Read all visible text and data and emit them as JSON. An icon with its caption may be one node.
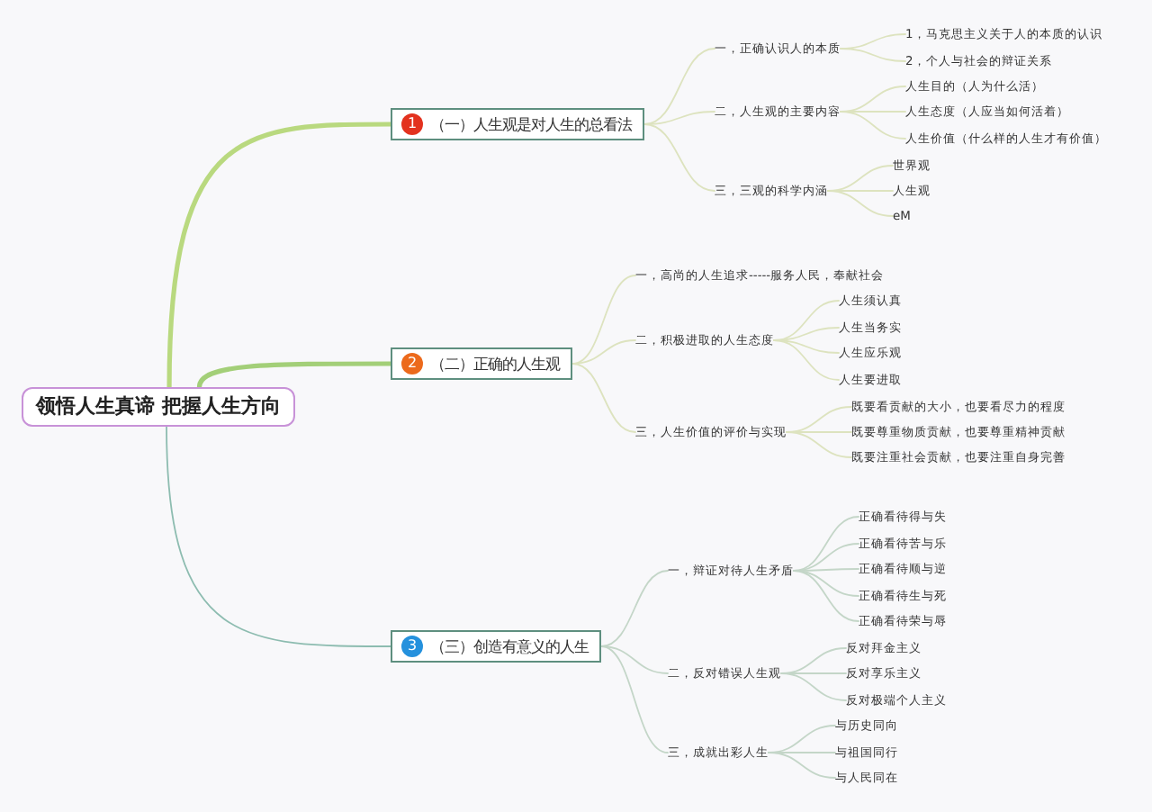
{
  "diagram": {
    "nodes": [
      {
        "text": [
          "领悟人生真谛 把握人生方向"
        ]
      },
      {
        "text": [
          "1",
          "（一）人生观是对人生的总看法"
        ]
      },
      {
        "text": [
          "一，正确认识人的本质"
        ]
      },
      {
        "text": [
          "1，马克思主义关于人的本质的认识"
        ]
      },
      {
        "text": [
          "2，个人与社会的辩证关系"
        ]
      },
      {
        "text": [
          "二，人生观的主要内容"
        ]
      },
      {
        "text": [
          "人生目的（人为什么活）"
        ]
      },
      {
        "text": [
          "人生态度（人应当如何活着）"
        ]
      },
      {
        "text": [
          "人生价值（什么样的人生才有价值）"
        ]
      },
      {
        "text": [
          "三，三观的科学内涵"
        ]
      },
      {
        "text": [
          "世界观"
        ]
      },
      {
        "text": [
          "人生观"
        ]
      },
      {
        "text": [
          "eM"
        ]
      },
      {
        "text": [
          "2",
          "（二）正确的人生观"
        ]
      },
      {
        "text": [
          "一，高尚的人生追求-----服务人民，奉献社会"
        ]
      },
      {
        "text": [
          "二，积极进取的人生态度"
        ]
      },
      {
        "text": [
          "人生须认真"
        ]
      },
      {
        "text": [
          "人生当务实"
        ]
      },
      {
        "text": [
          "人生应乐观"
        ]
      },
      {
        "text": [
          "人生要进取"
        ]
      },
      {
        "text": [
          "三，人生价值的评价与实现"
        ]
      },
      {
        "text": [
          "既要看贡献的大小，也要看尽力的程度"
        ]
      },
      {
        "text": [
          "既要尊重物质贡献，也要尊重精神贡献"
        ]
      },
      {
        "text": [
          "既要注重社会贡献，也要注重自身完善"
        ]
      },
      {
        "text": [
          "3",
          "（三）创造有意义的人生"
        ]
      },
      {
        "text": [
          "一，辩证对待人生矛盾"
        ]
      },
      {
        "text": [
          "正确看待得与失"
        ]
      },
      {
        "text": [
          "正确看待苦与乐"
        ]
      },
      {
        "text": [
          "正确看待顺与逆"
        ]
      },
      {
        "text": [
          "正确看待生与死"
        ]
      },
      {
        "text": [
          "正确看待荣与辱"
        ]
      },
      {
        "text": [
          "二，反对错误人生观"
        ]
      },
      {
        "text": [
          "反对拜金主义"
        ]
      },
      {
        "text": [
          "反对享乐主义"
        ]
      },
      {
        "text": [
          "反对极端个人主义"
        ]
      },
      {
        "text": [
          "三，成就出彩人生"
        ]
      },
      {
        "text": [
          "与历史同向"
        ]
      },
      {
        "text": [
          "与祖国同行"
        ]
      },
      {
        "text": [
          "与人民同在"
        ]
      }
    ],
    "edges": [
      {
        "from": 0,
        "to": 1,
        "arrow": "none",
        "style": "thick",
        "color": "#b9d97f"
      },
      {
        "from": 0,
        "to": 13,
        "arrow": "none",
        "style": "thick",
        "color": "#a3cf78"
      },
      {
        "from": 0,
        "to": 24,
        "arrow": "none",
        "color": "#8dbcb0"
      },
      {
        "from": 1,
        "to": 2,
        "arrow": "none"
      },
      {
        "from": 2,
        "to": 3,
        "arrow": "none"
      },
      {
        "from": 2,
        "to": 4,
        "arrow": "none"
      },
      {
        "from": 1,
        "to": 5,
        "arrow": "none"
      },
      {
        "from": 5,
        "to": 6,
        "arrow": "none"
      },
      {
        "from": 5,
        "to": 7,
        "arrow": "none"
      },
      {
        "from": 5,
        "to": 8,
        "arrow": "none"
      },
      {
        "from": 1,
        "to": 9,
        "arrow": "none"
      },
      {
        "from": 9,
        "to": 10,
        "arrow": "none"
      },
      {
        "from": 9,
        "to": 11,
        "arrow": "none"
      },
      {
        "from": 9,
        "to": 12,
        "arrow": "none"
      },
      {
        "from": 13,
        "to": 14,
        "arrow": "none"
      },
      {
        "from": 13,
        "to": 15,
        "arrow": "none"
      },
      {
        "from": 15,
        "to": 16,
        "arrow": "none"
      },
      {
        "from": 15,
        "to": 17,
        "arrow": "none"
      },
      {
        "from": 15,
        "to": 18,
        "arrow": "none"
      },
      {
        "from": 15,
        "to": 19,
        "arrow": "none"
      },
      {
        "from": 13,
        "to": 20,
        "arrow": "none"
      },
      {
        "from": 20,
        "to": 21,
        "arrow": "none"
      },
      {
        "from": 20,
        "to": 22,
        "arrow": "none"
      },
      {
        "from": 20,
        "to": 23,
        "arrow": "none"
      },
      {
        "from": 24,
        "to": 25,
        "arrow": "none",
        "color": "#c4d6c8"
      },
      {
        "from": 25,
        "to": 26,
        "arrow": "none",
        "color": "#c4d6c8"
      },
      {
        "from": 25,
        "to": 27,
        "arrow": "none",
        "color": "#c4d6c8"
      },
      {
        "from": 25,
        "to": 28,
        "arrow": "none",
        "color": "#c4d6c8"
      },
      {
        "from": 25,
        "to": 29,
        "arrow": "none",
        "color": "#c4d6c8"
      },
      {
        "from": 25,
        "to": 30,
        "arrow": "none",
        "color": "#c4d6c8"
      },
      {
        "from": 24,
        "to": 31,
        "arrow": "none",
        "color": "#c4d6c8"
      },
      {
        "from": 31,
        "to": 32,
        "arrow": "none",
        "color": "#c4d6c8"
      },
      {
        "from": 31,
        "to": 33,
        "arrow": "none",
        "color": "#c4d6c8"
      },
      {
        "from": 31,
        "to": 34,
        "arrow": "none",
        "color": "#c4d6c8"
      },
      {
        "from": 24,
        "to": 35,
        "arrow": "none",
        "color": "#c4d6c8"
      },
      {
        "from": 35,
        "to": 36,
        "arrow": "none",
        "color": "#c4d6c8"
      },
      {
        "from": 35,
        "to": 37,
        "arrow": "none",
        "color": "#c4d6c8"
      },
      {
        "from": 35,
        "to": 38,
        "arrow": "none",
        "color": "#c4d6c8"
      }
    ]
  }
}
